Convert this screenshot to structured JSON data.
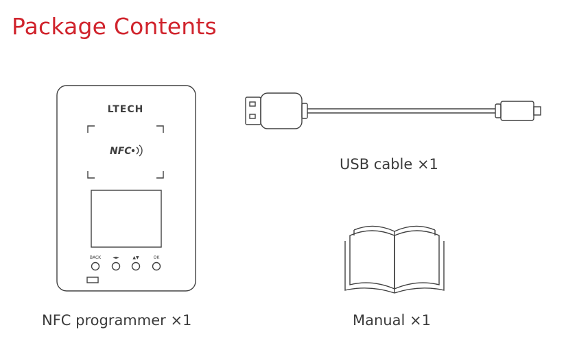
{
  "page": {
    "title": "Package Contents"
  },
  "colors": {
    "title": "#d0232c",
    "caption": "#3a3a3a",
    "line_art": "#404040"
  },
  "items": [
    {
      "caption": "NFC programmer ×1",
      "icon": "nfc-programmer-icon",
      "device_brand": "LTECH",
      "nfc_label": "NFC",
      "button_labels": [
        "BACK",
        "◄►",
        "▲▼",
        "OK"
      ]
    },
    {
      "caption": "USB cable ×1",
      "icon": "usb-cable-icon"
    },
    {
      "caption": "Manual ×1",
      "icon": "manual-book-icon"
    }
  ]
}
